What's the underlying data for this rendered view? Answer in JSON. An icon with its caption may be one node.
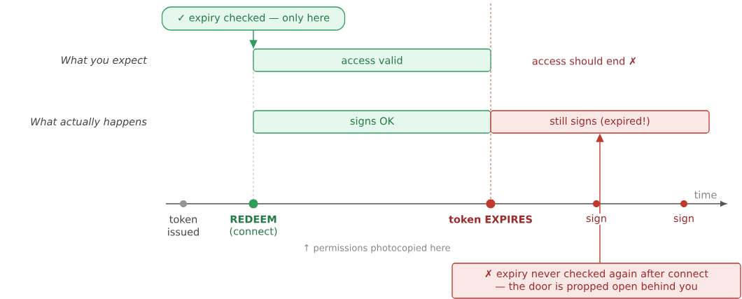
{
  "diagram": {
    "nodes": [
      {
        "text": [
          "✓ expiry checked — only here"
        ]
      },
      {
        "text": [
          "access valid"
        ]
      },
      {
        "text": [
          "signs OK"
        ]
      },
      {
        "text": [
          "still signs (expired!)"
        ]
      },
      {
        "text": [
          "✗ expiry never checked again after connect — the door is propped open behind you"
        ]
      }
    ],
    "edges": [
      {
        "from": 0,
        "to": 1,
        "arrow": "to",
        "color": "#2e9e5b"
      },
      {
        "from": 4,
        "to": 3,
        "arrow": "to",
        "color": "#c0392b"
      }
    ],
    "labels": [
      "What you expect",
      "What actually happens",
      "access should end ✗",
      "time",
      "token issued",
      "REDEEM",
      "(connect)",
      "token EXPIRES",
      "sign",
      "sign",
      "↑ permissions photocopied here"
    ]
  }
}
